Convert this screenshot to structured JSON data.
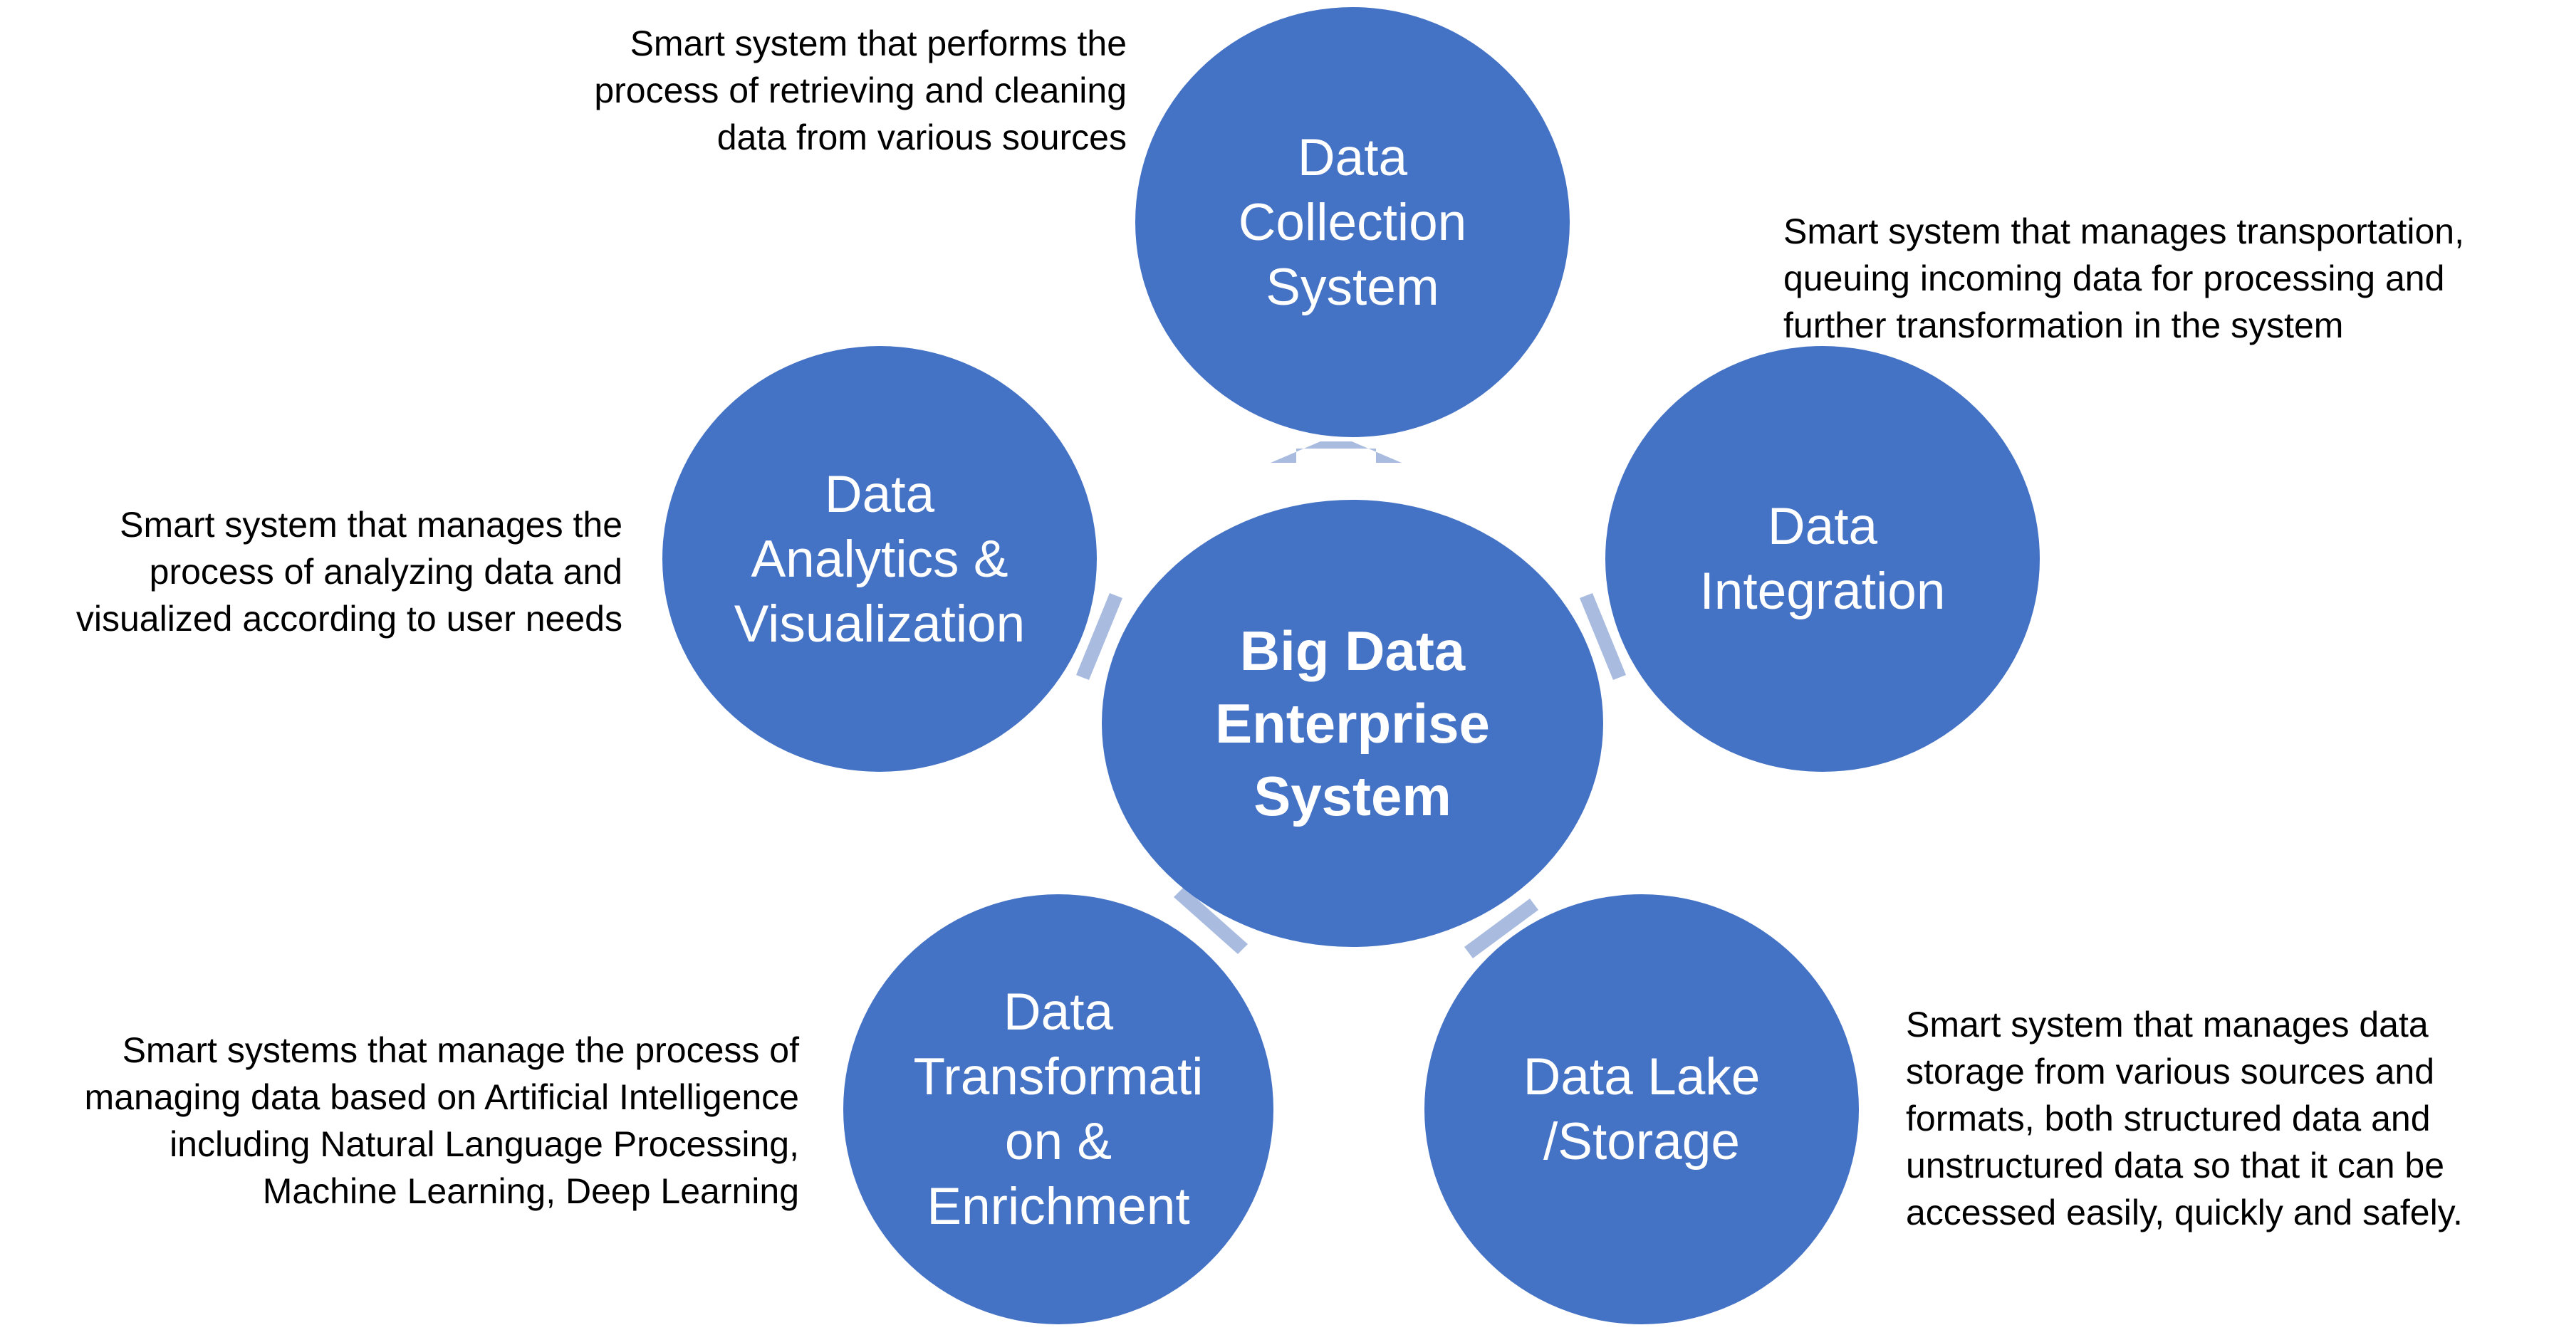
{
  "diagram": {
    "center": {
      "label": "Big Data\nEnterprise\nSystem"
    },
    "nodes": [
      {
        "id": "collection",
        "label": "Data\nCollection\nSystem",
        "description": "Smart system that performs the\nprocess of retrieving and cleaning\ndata from various sources"
      },
      {
        "id": "integration",
        "label": "Data\nIntegration",
        "description": "Smart system that manages transportation,\nqueuing incoming data for processing and\nfurther transformation in the system"
      },
      {
        "id": "storage",
        "label": "Data Lake\n/Storage",
        "description": "Smart system that manages data\nstorage from various sources and\nformats, both structured data and\nunstructured data so that it can be\naccessed easily, quickly and safely."
      },
      {
        "id": "transformation",
        "label": "Data\nTransformati\non &\nEnrichment",
        "description": "Smart systems that manage the process of\nmanaging data based on Artificial Intelligence\nincluding Natural Language Processing,\nMachine Learning, Deep Learning"
      },
      {
        "id": "analytics",
        "label": "Data\nAnalytics &\nVisualization",
        "description": "Smart system that manages the\nprocess of analyzing data and\nvisualized according to user needs"
      }
    ],
    "colors": {
      "node_fill": "#4472c4",
      "node_text": "#ffffff",
      "connector": "#a9bce0",
      "description_text": "#000000"
    }
  }
}
